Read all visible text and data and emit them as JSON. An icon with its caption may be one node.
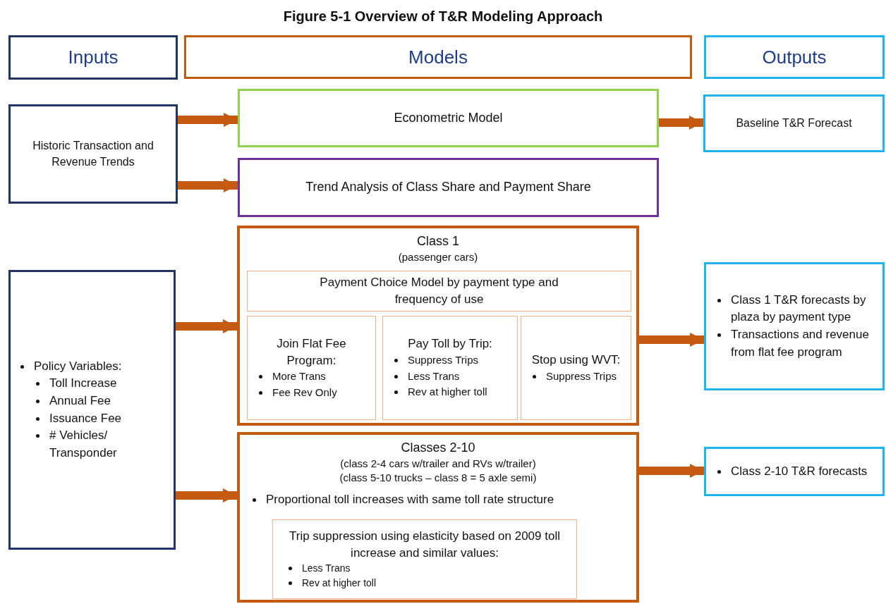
{
  "diagram": {
    "title": "Figure 5-1 Overview of T&R Modeling Approach",
    "nodes": [
      {
        "text": [
          "Inputs"
        ]
      },
      {
        "text": [
          "Models"
        ]
      },
      {
        "text": [
          "Outputs"
        ]
      },
      {
        "text": [
          "Historic Transaction and Revenue Trends"
        ]
      },
      {
        "text": [
          "Econometric Model"
        ]
      },
      {
        "text": [
          "Trend Analysis of Class Share and Payment Share"
        ]
      },
      {
        "text": [
          "Baseline T&R Forecast"
        ]
      },
      {
        "text": [
          "Class 1",
          "(passenger cars)"
        ]
      },
      {
        "text": [
          "Payment Choice Model by payment type and frequency of use"
        ],
        "in": 7
      },
      {
        "text": [
          "Join Flat Fee Program:",
          "More Trans",
          "Fee Rev Only"
        ],
        "in": 7
      },
      {
        "text": [
          "Pay Toll by Trip:",
          "Suppress Trips",
          "Less Trans",
          "Rev at higher toll"
        ],
        "in": 7
      },
      {
        "text": [
          "Stop using WVT:",
          "Suppress Trips"
        ],
        "in": 7
      },
      {
        "text": [
          "Policy Variables:",
          "Toll Increase",
          "Annual Fee",
          "Issuance Fee",
          "# Vehicles/ Transponder"
        ]
      },
      {
        "text": [
          "Class 1 T&R forecasts by plaza by payment type",
          "Transactions and revenue from flat fee program"
        ]
      },
      {
        "text": [
          "Classes 2-10",
          "(class 2-4 cars w/trailer and RVs w/trailer)",
          "(class 5-10 trucks – class 8 = 5 axle semi)",
          "Proportional  toll increases with same toll rate structure"
        ]
      },
      {
        "text": [
          "Trip suppression using elasticity based on 2009 toll increase and similar values:",
          "Less Trans",
          "Rev at higher toll"
        ],
        "in": 14
      },
      {
        "text": [
          "Class 2-10 T&R forecasts"
        ]
      }
    ],
    "edges": [
      {
        "from": 3,
        "to": 4,
        "arrow": "to"
      },
      {
        "from": 3,
        "to": 5,
        "arrow": "to"
      },
      {
        "from": 12,
        "to": 7,
        "arrow": "to"
      },
      {
        "from": 12,
        "to": 14,
        "arrow": "to"
      },
      {
        "from": 4,
        "to": 6,
        "arrow": "to"
      },
      {
        "from": 7,
        "to": 13,
        "arrow": "to"
      },
      {
        "from": 14,
        "to": 16,
        "arrow": "to"
      }
    ]
  }
}
